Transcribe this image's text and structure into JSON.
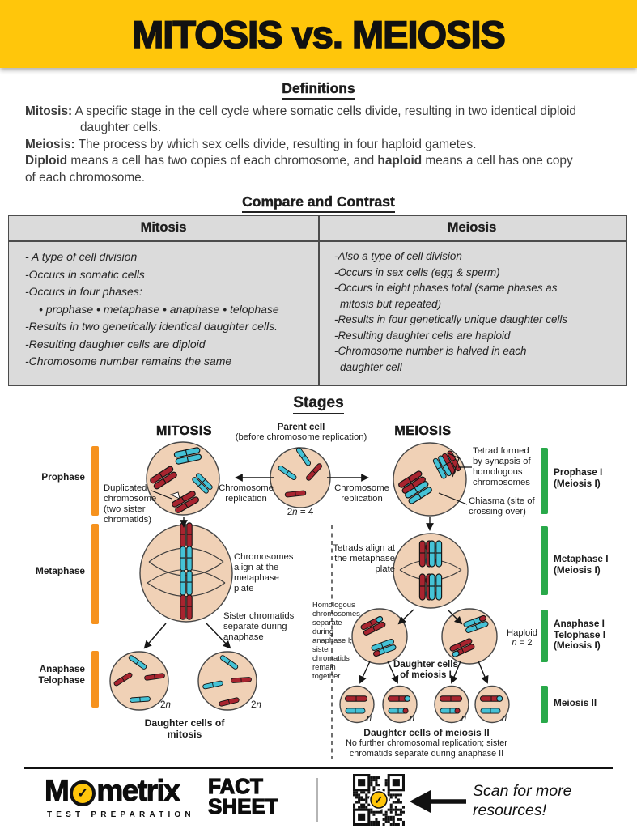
{
  "banner": {
    "title": "MITOSIS vs. MEIOSIS"
  },
  "definitions": {
    "heading": "Definitions",
    "mitosis": [
      {
        "b": "Mitosis:"
      },
      {
        "t": " A specific stage in the cell cycle where somatic cells divide, resulting in two identical diploid\ndaughter cells."
      }
    ],
    "meiosis": [
      {
        "b": "Meiosis:"
      },
      {
        "t": " The process by which sex cells divide, resulting in four haploid gametes."
      }
    ],
    "ploidy": [
      {
        "b": "Diploid"
      },
      {
        "t": " means a cell has two copies of each chromosome, and "
      },
      {
        "b": "haploid"
      },
      {
        "t": " means a cell has one copy\nof each chromosome."
      }
    ]
  },
  "compare": {
    "heading": "Compare and Contrast",
    "mitosis": {
      "header": "Mitosis",
      "items": [
        "- A type of cell division",
        "-Occurs in somatic cells",
        "-Occurs in four phases:",
        "• prophase • metaphase • anaphase • telophase",
        "-Results in two genetically identical daughter cells.",
        "-Resulting daughter cells are diploid",
        "-Chromosome number remains the same"
      ]
    },
    "meiosis": {
      "header": "Meiosis",
      "items": [
        "-Also a type of cell division",
        "-Occurs in sex cells (egg & sperm)",
        "-Occurs in eight phases total (same phases as\nmitosis but repeated)",
        "-Results in four genetically unique daughter cells",
        "-Resulting daughter cells are haploid",
        "-Chromosome number is halved in each\ndaughter cell"
      ]
    }
  },
  "stages": {
    "heading": "Stages",
    "mitosis_title": "MITOSIS",
    "meiosis_title": "MEIOSIS",
    "parent_title": "Parent cell",
    "parent_subtitle": "(before chromosome replication)",
    "left_phases": [
      "Prophase",
      "Metaphase",
      "Anaphase\nTelophase"
    ],
    "right_phases": [
      "Prophase I\n(Meiosis I)",
      "Metaphase I\n(Meiosis I)",
      "Anaphase I\nTelophase I\n(Meiosis I)",
      "Meiosis II"
    ],
    "labels": {
      "duplicated": "Duplicated\nchromosome\n(two sister\nchromatids)",
      "chrom_rep": "Chromosome\nreplication",
      "parent_ploidy": [
        {
          "t": "2"
        },
        {
          "i": "n"
        },
        {
          "t": " = 4"
        }
      ],
      "tetrad": "Tetrad formed\nby synapsis of\nhomologous\nchromosomes",
      "chiasma": "Chiasma (site of\ncrossing over)",
      "align_mitosis": "Chromosomes\nalign at the\nmetaphase\nplate",
      "align_meiosis": "Tetrads align at\nthe metaphase\nplate",
      "sister": "Sister chromatids\nseparate during\nanaphase",
      "homologous": "Homologous\nchromosomes\nseparate\nduring\nanaphase I;\nsister\nchromatids\nremain\ntogether",
      "haploid": "Haploid",
      "haploid_n": [
        {
          "i": "n"
        },
        {
          "t": " = 2"
        }
      ],
      "ploidy_2n": [
        {
          "t": "2"
        },
        {
          "i": "n"
        }
      ],
      "ploidy_n": [
        {
          "i": "n"
        }
      ],
      "daughter_mitosis": "Daughter cells of\nmitosis",
      "daughter_meiosis1": "Daughter cells\nof meiosis I",
      "daughter_meiosis2": "Daughter cells of meiosis II",
      "meiosis2_note": "No further chromosomal replication; sister\nchromatids separate during anaphase II"
    }
  },
  "footer": {
    "brand_m": "M",
    "brand_rest": "metrix",
    "check": "✓",
    "tagline": "TEST PREPARATION",
    "fact1": "FACT",
    "fact2": "SHEET",
    "scan": "Scan for more\nresources!"
  },
  "colors": {
    "banner_yellow": "#FFC60B",
    "phase_bar_orange": "#F6921E",
    "phase_bar_green": "#29A94A",
    "cell_fill": "#F0D1B6",
    "chromosome_red": "#A8242F",
    "chromosome_cyan": "#45C2D6"
  }
}
